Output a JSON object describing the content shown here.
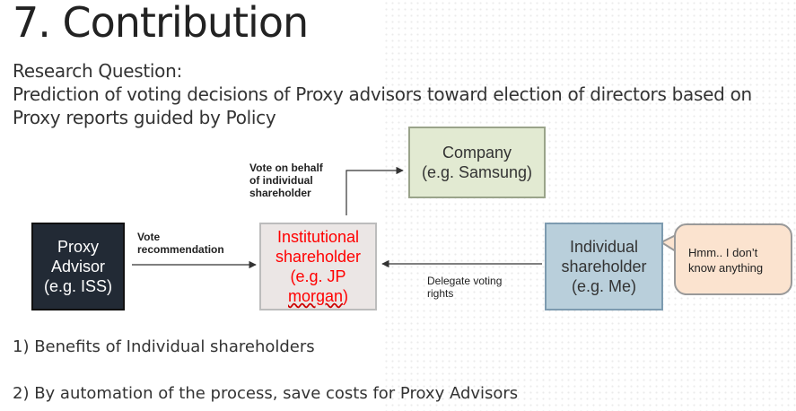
{
  "slide": {
    "title": "7. Contribution",
    "research_question_label": "Research Question:",
    "research_question_line1": "Prediction of voting decisions of Proxy advisors toward election of directors based on",
    "research_question_line2": "Proxy reports guided by Policy"
  },
  "diagram": {
    "proxy_advisor": {
      "line1": "Proxy",
      "line2": "Advisor",
      "line3": "(e.g. ISS)"
    },
    "institutional": {
      "line1": "Institutional",
      "line2": "shareholder",
      "line3": "(e.g. JP",
      "line4_part": "morgan",
      "line4_close": ")"
    },
    "company": {
      "line1": "Company",
      "line2": "(e.g. Samsung)"
    },
    "individual": {
      "line1": "Individual",
      "line2": "shareholder",
      "line3": "(e.g. Me)"
    },
    "bubble": {
      "line1": "Hmm.. I don’t",
      "line2": "know anything"
    },
    "edge_vote_rec": {
      "line1": "Vote",
      "line2": "recommendation"
    },
    "edge_vote_behalf": {
      "line1": "Vote on behalf",
      "line2": "of individual",
      "line3": "shareholder"
    },
    "edge_delegate": {
      "line1": "Delegate voting",
      "line2": "rights"
    }
  },
  "bullets": {
    "b1": "1) Benefits of Individual shareholders",
    "b2": "2) By automation of the process, save costs for Proxy Advisors"
  },
  "colors": {
    "proxy_fill": "#222a35",
    "institutional_fill": "#ebe6e5",
    "institutional_text": "#ff0000",
    "company_fill": "#e2ead2",
    "individual_fill": "#b9cfdb",
    "bubble_fill": "#fbe3cf"
  }
}
